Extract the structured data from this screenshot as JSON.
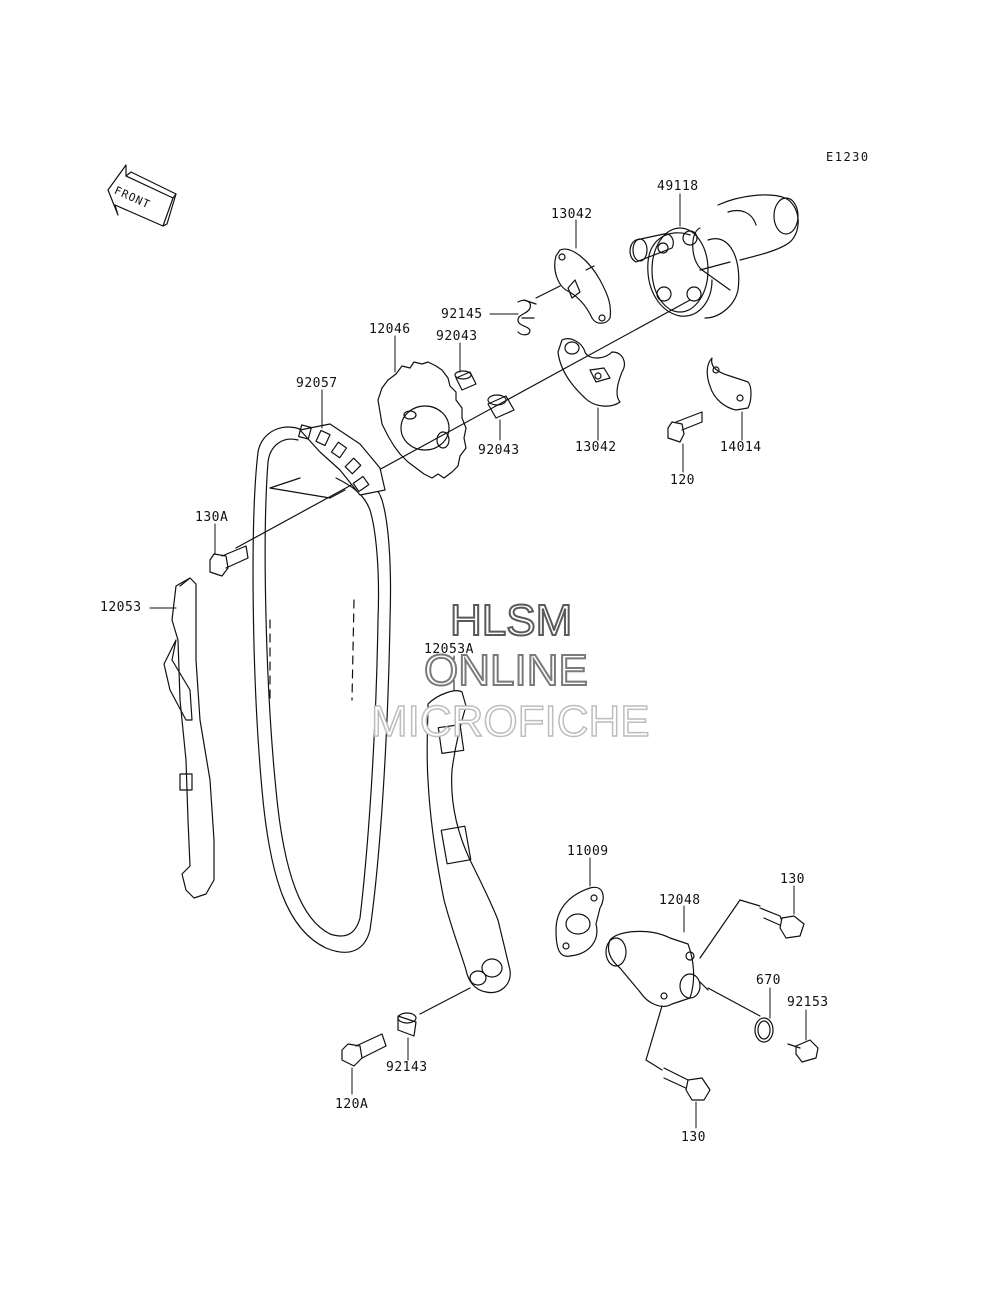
{
  "diagram": {
    "code": "E1230",
    "front_label": "FRONT",
    "watermark": [
      "HLSM",
      "ONLINE",
      "MICROFICHE"
    ],
    "parts": {
      "p49118": "49118",
      "p13042_top": "13042",
      "p92145": "92145",
      "p12046": "12046",
      "p92043_top": "92043",
      "p92057": "92057",
      "p92043_bottom": "92043",
      "p13042_bottom": "13042",
      "p14014": "14014",
      "p120": "120",
      "p130A": "130A",
      "p12053": "12053",
      "p12053A": "12053A",
      "p11009": "11009",
      "p12048": "12048",
      "p130_top": "130",
      "p670": "670",
      "p92153": "92153",
      "p92143": "92143",
      "p120A": "120A",
      "p130_bottom": "130"
    }
  }
}
